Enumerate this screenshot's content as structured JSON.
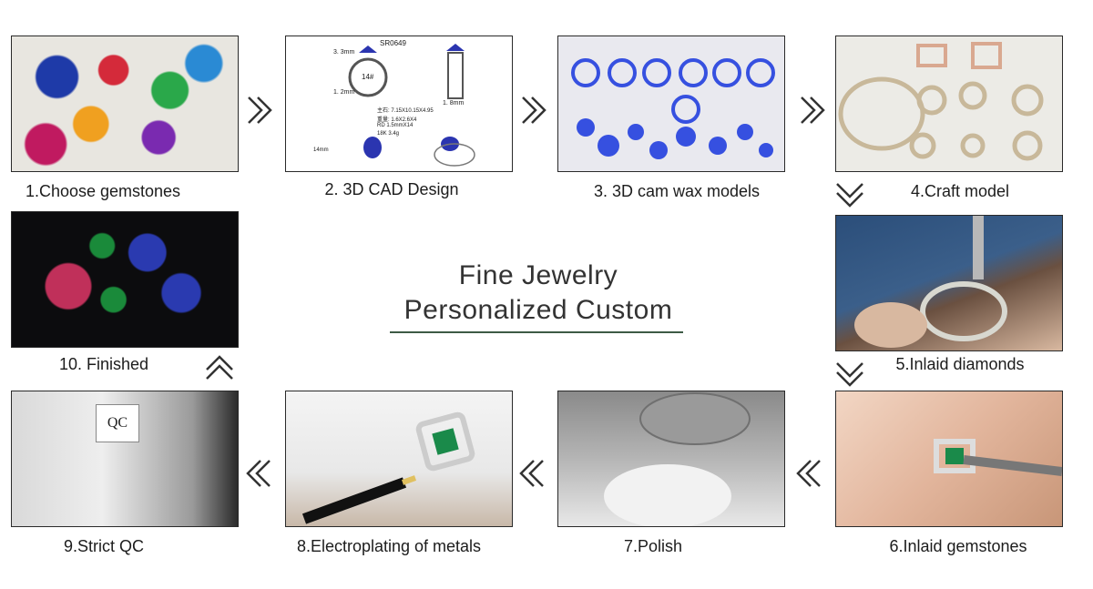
{
  "title": {
    "line1": "Fine Jewelry",
    "line2": "Personalized Custom"
  },
  "steps": [
    {
      "label": "1.Choose gemstones"
    },
    {
      "label": "2. 3D CAD Design"
    },
    {
      "label": "3. 3D cam wax models"
    },
    {
      "label": "4.Craft model"
    },
    {
      "label": "5.Inlaid diamonds"
    },
    {
      "label": "6.Inlaid gemstones"
    },
    {
      "label": "7.Polish"
    },
    {
      "label": "8.Electroplating of metals"
    },
    {
      "label": "9.Strict QC"
    },
    {
      "label": "10. Finished"
    }
  ],
  "cad_annotations": {
    "code": "SR0649",
    "dim1": "3. 3mm",
    "size": "14#",
    "dim2": "1. 2mm",
    "dim3": "1. 8mm",
    "spec1": "主石: 7.15X10.15X4.95",
    "spec2": "重量: 1.6X2.6X4",
    "spec3": "RD 1.5mmX14",
    "spec4": "18K 3.4g",
    "dim4": "14mm"
  },
  "qc_sign": "QC",
  "colors": {
    "border": "#2a2a2a",
    "title_rule": "#3d5a45",
    "chevron": "#333333"
  },
  "icons": [
    "chevron-right-icon",
    "chevron-down-icon",
    "chevron-left-icon",
    "chevron-up-icon"
  ]
}
